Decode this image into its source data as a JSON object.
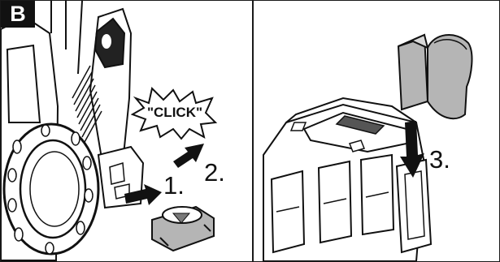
{
  "panel_label": "B",
  "sound_text": "\"CLICK\"",
  "steps": {
    "step1": "1.",
    "step2": "2.",
    "step3": "3."
  },
  "colors": {
    "ink": "#111111",
    "part_gray": "#b5b5b5",
    "dark_gray": "#555555"
  }
}
